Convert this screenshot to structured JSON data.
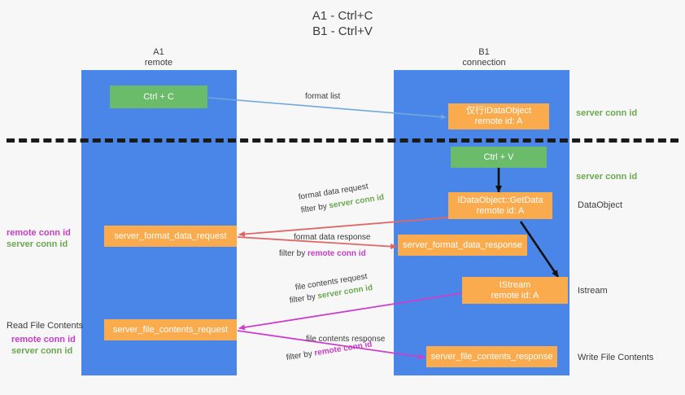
{
  "title": {
    "line1": "A1 - Ctrl+C",
    "line2": "B1 - Ctrl+V"
  },
  "columns": [
    {
      "name": "A1",
      "role": "remote"
    },
    {
      "name": "B1",
      "role": "connection"
    }
  ],
  "boxes": {
    "ctrl_c": "Ctrl + C",
    "ctrl_v": "Ctrl + V",
    "idataobject_line1": "仅行IDataObject",
    "idataobject_line2": "remote id: A",
    "getdata_line1": "IDataObject::GetData",
    "getdata_line2": "remote id: A",
    "istream_line1": "IStream",
    "istream_line2": "remote id: A",
    "server_format_data_request": "server_format_data_request",
    "server_format_data_response": "server_format_data_response",
    "server_file_contents_request": "server_file_contents_request",
    "server_file_contents_response": "server_file_contents_response"
  },
  "right_labels": {
    "server_conn_id_1": "server conn id",
    "server_conn_id_2": "server conn id",
    "dataobject": "DataObject",
    "istream": "Istream",
    "write_file_contents": "Write File Contents"
  },
  "left_labels": {
    "remote_conn_id_1": "remote conn id",
    "server_conn_id_1": "server conn id",
    "read_file_contents": "Read File Contents",
    "remote_conn_id_2": "remote conn id",
    "server_conn_id_2": "server conn id"
  },
  "captions": {
    "format_list": "format list",
    "format_data_request": "format data request",
    "format_data_request_filter_prefix": "filter by ",
    "format_data_request_filter_value": "server conn id",
    "format_data_response": "format data response",
    "format_data_response_filter_prefix": "filter by ",
    "format_data_response_filter_value": "remote conn id",
    "file_contents_request": "file contents request",
    "file_contents_request_filter_prefix": "filter by ",
    "file_contents_request_filter_value": "server conn id",
    "file_contents_response": "file contents response",
    "file_contents_response_filter_prefix": "filter by ",
    "file_contents_response_filter_value": "remote conn id"
  },
  "colors": {
    "lane": "#4a86e8",
    "box_orange": "#f9ab4e",
    "box_green": "#6aa84f",
    "arrow_lightblue": "#6fa8dc",
    "arrow_red": "#e06666",
    "arrow_magenta": "#cc3ecc",
    "arrow_black": "#000000",
    "green_text": "#6aa84f",
    "magenta_text": "#c43ec4"
  }
}
